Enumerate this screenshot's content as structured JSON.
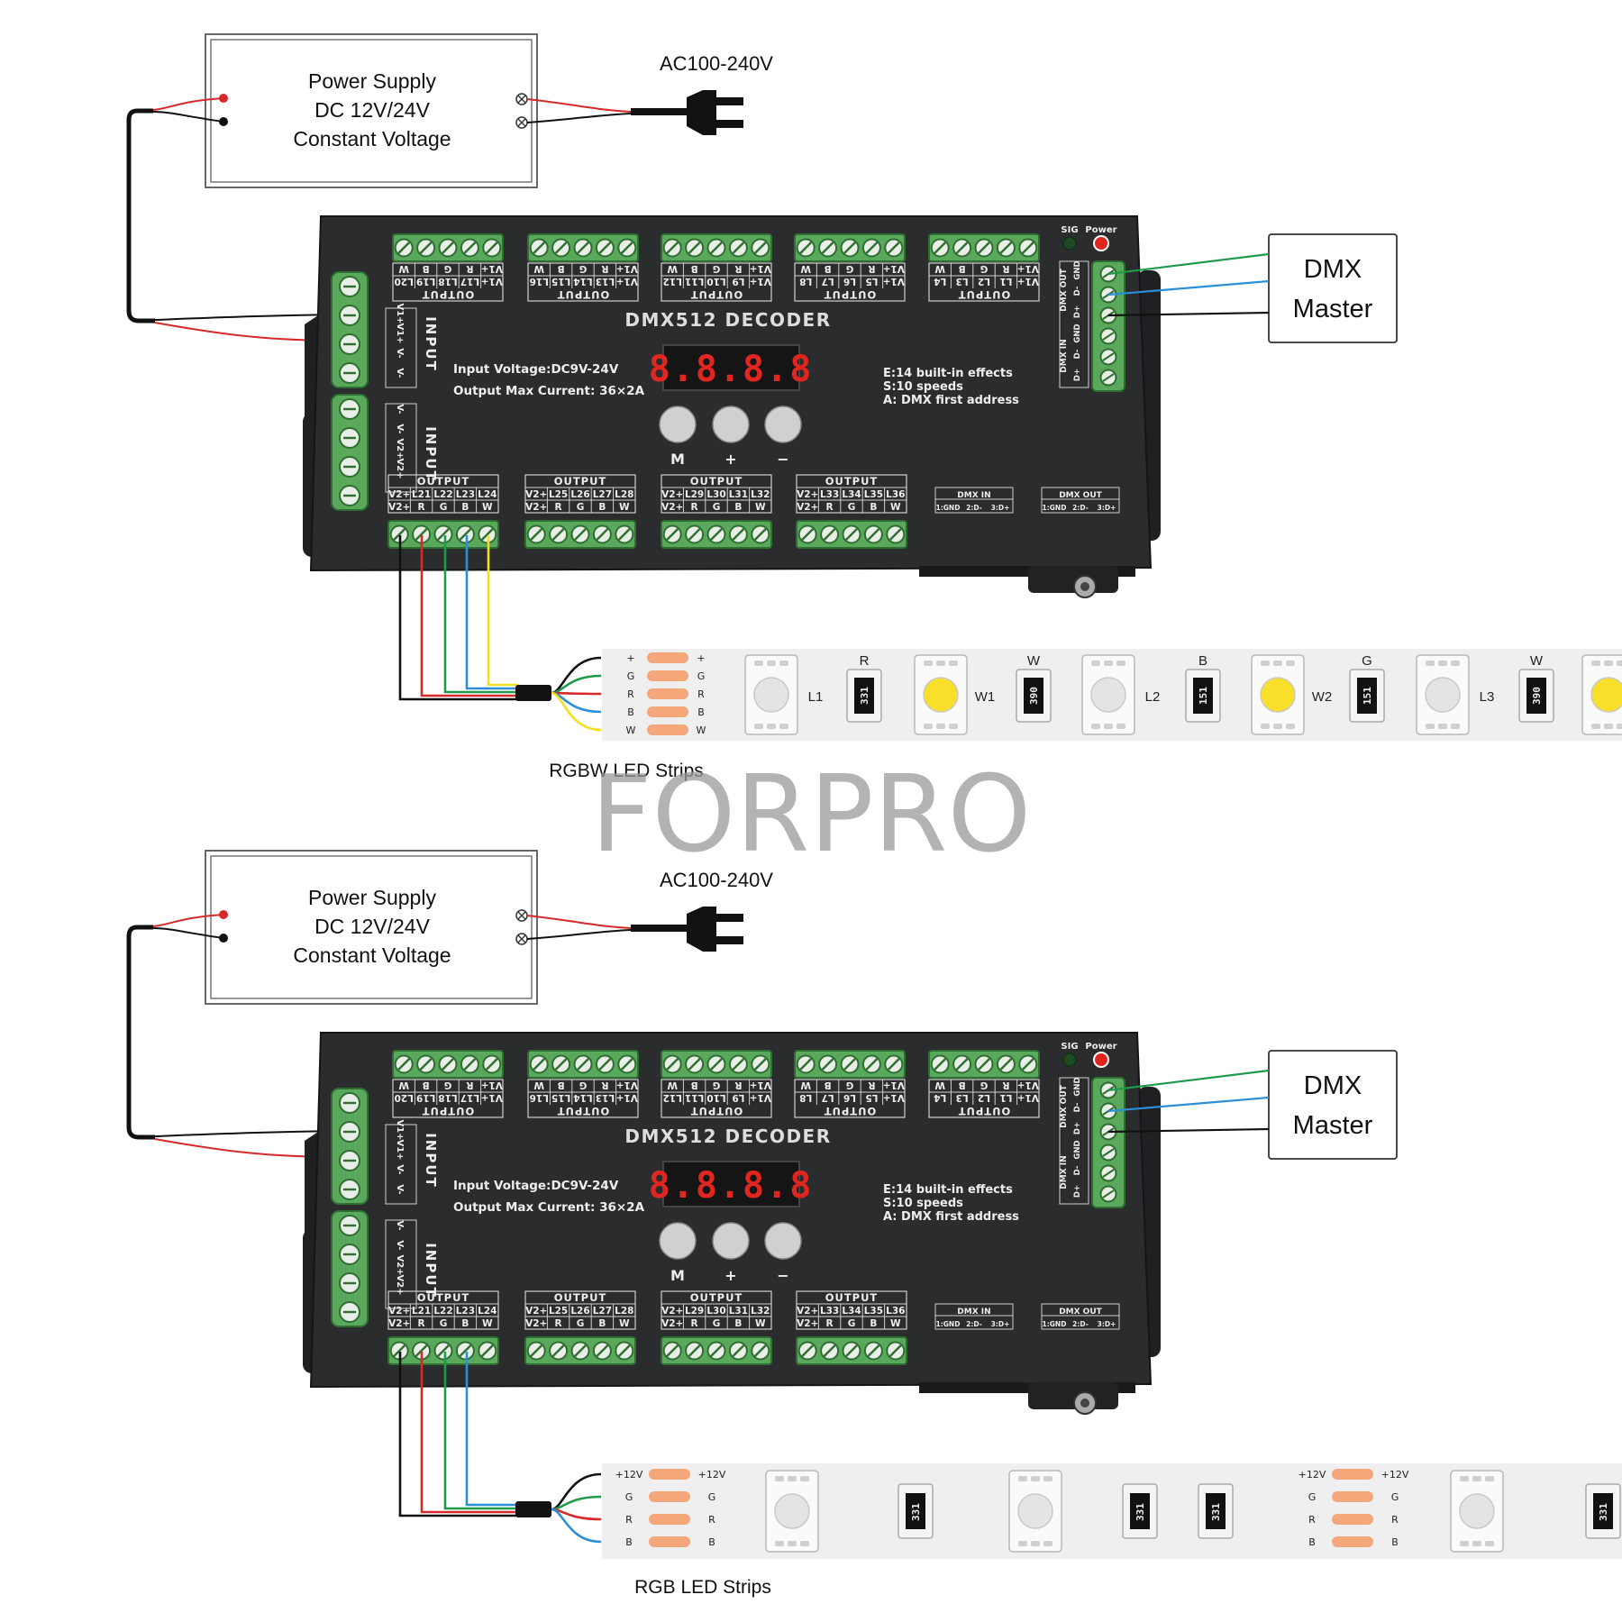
{
  "watermark": "FORPRO",
  "colors": {
    "device_body": "#2b2c2e",
    "terminal_green": "#5aa85b",
    "wire_red": "#d62a2a",
    "wire_green": "#1e9a4a",
    "wire_blue": "#2a8fd6",
    "wire_yellow": "#f0e020",
    "strip_bg": "#efefef",
    "pad_orange": "#f3a77a",
    "led_yellow": "#f7df2a",
    "display_red": "#e0261f"
  },
  "diagrams": [
    {
      "power_supply": {
        "line1": "Power Supply",
        "line2": "DC 12V/24V",
        "line3": "Constant Voltage"
      },
      "ac_label": "AC100-240V",
      "master": {
        "line1": "DMX",
        "line2": "Master"
      },
      "strip_label": "RGBW LED Strips",
      "wires": [
        "wire_red",
        "wire_green",
        "wire_blue",
        "wire_yellow"
      ]
    },
    {
      "power_supply": {
        "line1": "Power Supply",
        "line2": "DC 12V/24V",
        "line3": "Constant Voltage"
      },
      "ac_label": "AC100-240V",
      "master": {
        "line1": "DMX",
        "line2": "Master"
      },
      "strip_label": "RGB LED Strips",
      "wires": [
        "wire_red",
        "wire_green",
        "wire_blue"
      ]
    }
  ],
  "decoder": {
    "title": "DMX512 DECODER",
    "input_voltage": "Input Voltage:DC9V-24V",
    "output_current": "Output Max  Current: 36×2A",
    "effects": "E:14 built-in effects",
    "speeds": "S:10 speeds",
    "address": "A: DMX first address",
    "display": "8.8.8.8",
    "buttons": [
      "M",
      "+",
      "−"
    ],
    "sig_label": "SIG",
    "power_label": "Power",
    "input_label": "INPUT",
    "output_label": "OUTPUT",
    "input_pins_1": [
      "V1+",
      "V1+",
      "V-",
      "V-"
    ],
    "input_pins_2": [
      "V-",
      "V-",
      "V2+",
      "V2+"
    ],
    "dmx_out_label": "DMX OUT",
    "dmx_in_label": "DMX IN",
    "dmx_pins": [
      "GND",
      "D-",
      "D+"
    ],
    "dmx_in_box": {
      "title": "DMX IN",
      "pins": [
        "1:GND",
        "2:D-",
        "3:D+"
      ]
    },
    "dmx_out_box": {
      "title": "DMX OUT",
      "pins": [
        "1:GND",
        "2:D-",
        "3:D+"
      ]
    },
    "top_groups": [
      {
        "ch": [
          "V1+",
          "L17",
          "L18",
          "L19",
          "L20"
        ],
        "col": [
          "V1+",
          "R",
          "G",
          "B",
          "W"
        ]
      },
      {
        "ch": [
          "V1+",
          "L13",
          "L14",
          "L15",
          "L16"
        ],
        "col": [
          "V1+",
          "R",
          "G",
          "B",
          "W"
        ]
      },
      {
        "ch": [
          "V1+",
          "L9",
          "L10",
          "L11",
          "L12"
        ],
        "col": [
          "V1+",
          "R",
          "G",
          "B",
          "W"
        ]
      },
      {
        "ch": [
          "V1+",
          "L5",
          "L6",
          "L7",
          "L8"
        ],
        "col": [
          "V1+",
          "R",
          "G",
          "B",
          "W"
        ]
      },
      {
        "ch": [
          "V1+",
          "L1",
          "L2",
          "L3",
          "L4"
        ],
        "col": [
          "V1+",
          "R",
          "G",
          "B",
          "W"
        ]
      }
    ],
    "bottom_groups": [
      {
        "ch": [
          "V2+",
          "L21",
          "L22",
          "L23",
          "L24"
        ],
        "col": [
          "V2+",
          "R",
          "G",
          "B",
          "W"
        ]
      },
      {
        "ch": [
          "V2+",
          "L25",
          "L26",
          "L27",
          "L28"
        ],
        "col": [
          "V2+",
          "R",
          "G",
          "B",
          "W"
        ]
      },
      {
        "ch": [
          "V2+",
          "L29",
          "L30",
          "L31",
          "L32"
        ],
        "col": [
          "V2+",
          "R",
          "G",
          "B",
          "W"
        ]
      },
      {
        "ch": [
          "V2+",
          "L33",
          "L34",
          "L35",
          "L36"
        ],
        "col": [
          "V2+",
          "R",
          "G",
          "B",
          "W"
        ]
      }
    ]
  },
  "rgbw_strip": {
    "pads_left": [
      "+",
      "G",
      "R",
      "B",
      "W"
    ],
    "pads_right": [
      "+",
      "G",
      "R",
      "B",
      "W"
    ],
    "leds": [
      {
        "label": "L1",
        "type": "white"
      },
      {
        "label": "W1",
        "type": "yellow"
      },
      {
        "label": "L2",
        "type": "white"
      },
      {
        "label": "W2",
        "type": "yellow"
      },
      {
        "label": "L3",
        "type": "white"
      },
      {
        "label": "",
        "type": "yellow"
      }
    ],
    "resistors": [
      {
        "top": "R",
        "code": "331"
      },
      {
        "top": "W",
        "code": "390"
      },
      {
        "top": "B",
        "code": "151"
      },
      {
        "top": "G",
        "code": "151"
      },
      {
        "top": "W",
        "code": "390"
      }
    ]
  },
  "rgb_strip": {
    "pads_left": [
      "+12V",
      "G",
      "R",
      "B"
    ],
    "pads_right": [
      "+12V",
      "G",
      "R",
      "B"
    ],
    "resistor_code": "331"
  }
}
